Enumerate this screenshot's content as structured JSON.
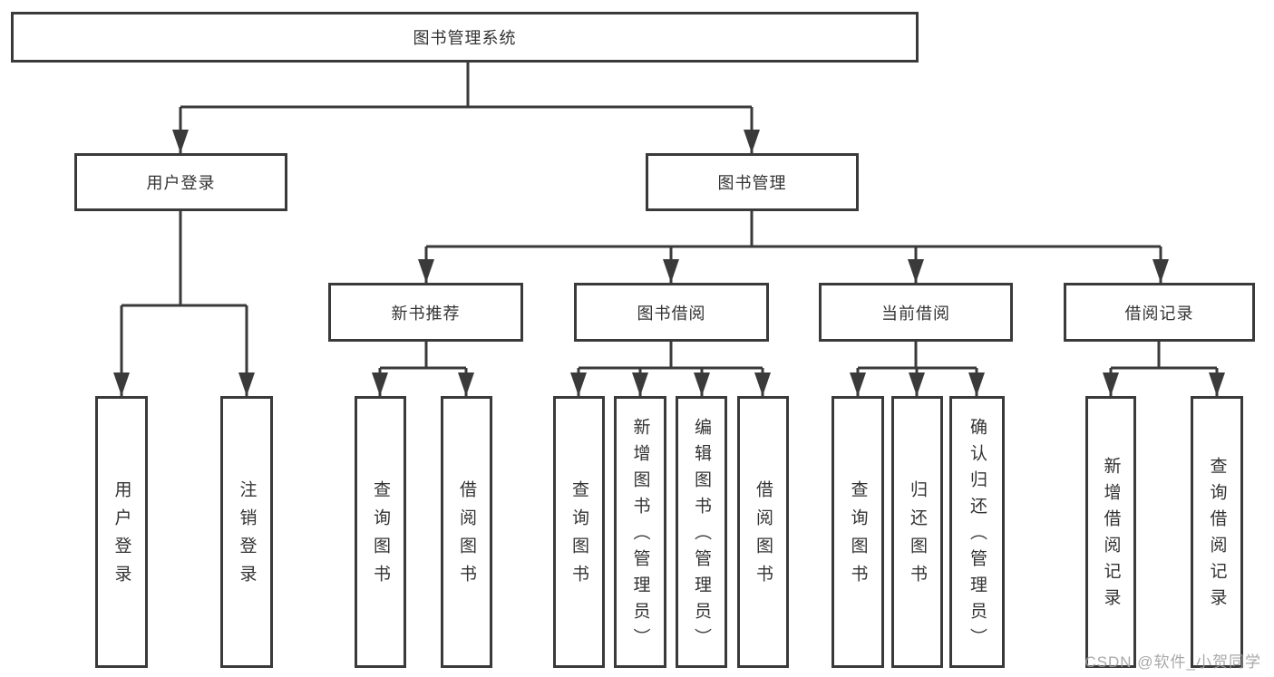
{
  "title": "图书管理系统",
  "watermark": "CSDN @软件_小贺同学",
  "colors": {
    "line": "#3a3a3a",
    "text": "#333333",
    "box_background": "#ffffff",
    "watermark": "#9e9e9e"
  },
  "nodes": {
    "root": "图书管理系统",
    "user_login": "用户登录",
    "book_mgmt": "图书管理",
    "new_book_rec": "新书推荐",
    "book_borrow": "图书借阅",
    "current_borrow": "当前借阅",
    "borrow_record": "借阅记录"
  },
  "leaves": {
    "user_login": [
      "用户登录",
      "注销登录"
    ],
    "new_book_rec": [
      "查询图书",
      "借阅图书"
    ],
    "book_borrow": [
      "查询图书",
      "新增图书（管理员）",
      "编辑图书（管理员）",
      "借阅图书"
    ],
    "current_borrow": [
      "查询图书",
      "归还图书",
      "确认归还（管理员）"
    ],
    "borrow_record": [
      "新增借阅记录",
      "查询借阅记录"
    ]
  }
}
